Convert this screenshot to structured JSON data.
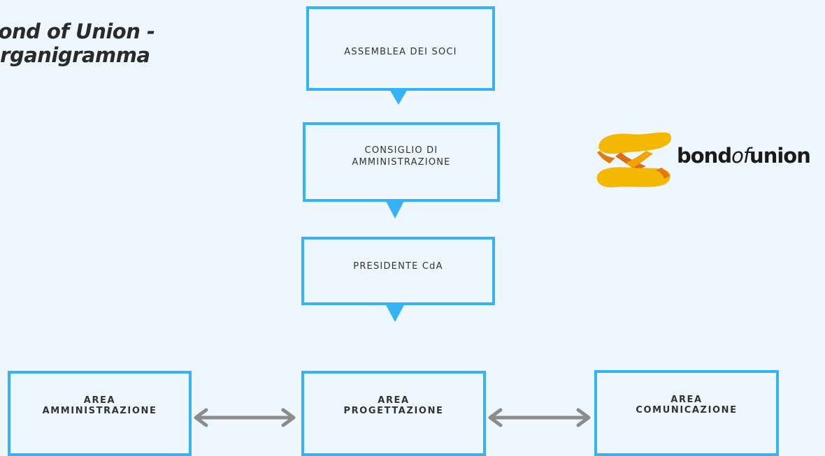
{
  "title": {
    "line1": "Bond of Union -",
    "line2": "Organigramma"
  },
  "boxes": {
    "assemblea": "ASSEMBLEA DEI SOCI",
    "consiglio": "CONSIGLIO DI\nAMMINISTRAZIONE",
    "presidente": "PRESIDENTE CdA",
    "amministrazione": "AREA\nAMMINISTRAZIONE",
    "progettazione": "AREA\nPROGETTAZIONE",
    "comunicazione": "AREA\nCOMUNICAZIONE"
  },
  "logo": {
    "part1": "bond",
    "part2": "of",
    "part3": "union"
  },
  "colors": {
    "box_border": "#36b3f7",
    "arrow": "#8c8c8c",
    "background": "#edf7fd",
    "logo_yellow": "#f5b800",
    "logo_orange": "#e07a10"
  }
}
